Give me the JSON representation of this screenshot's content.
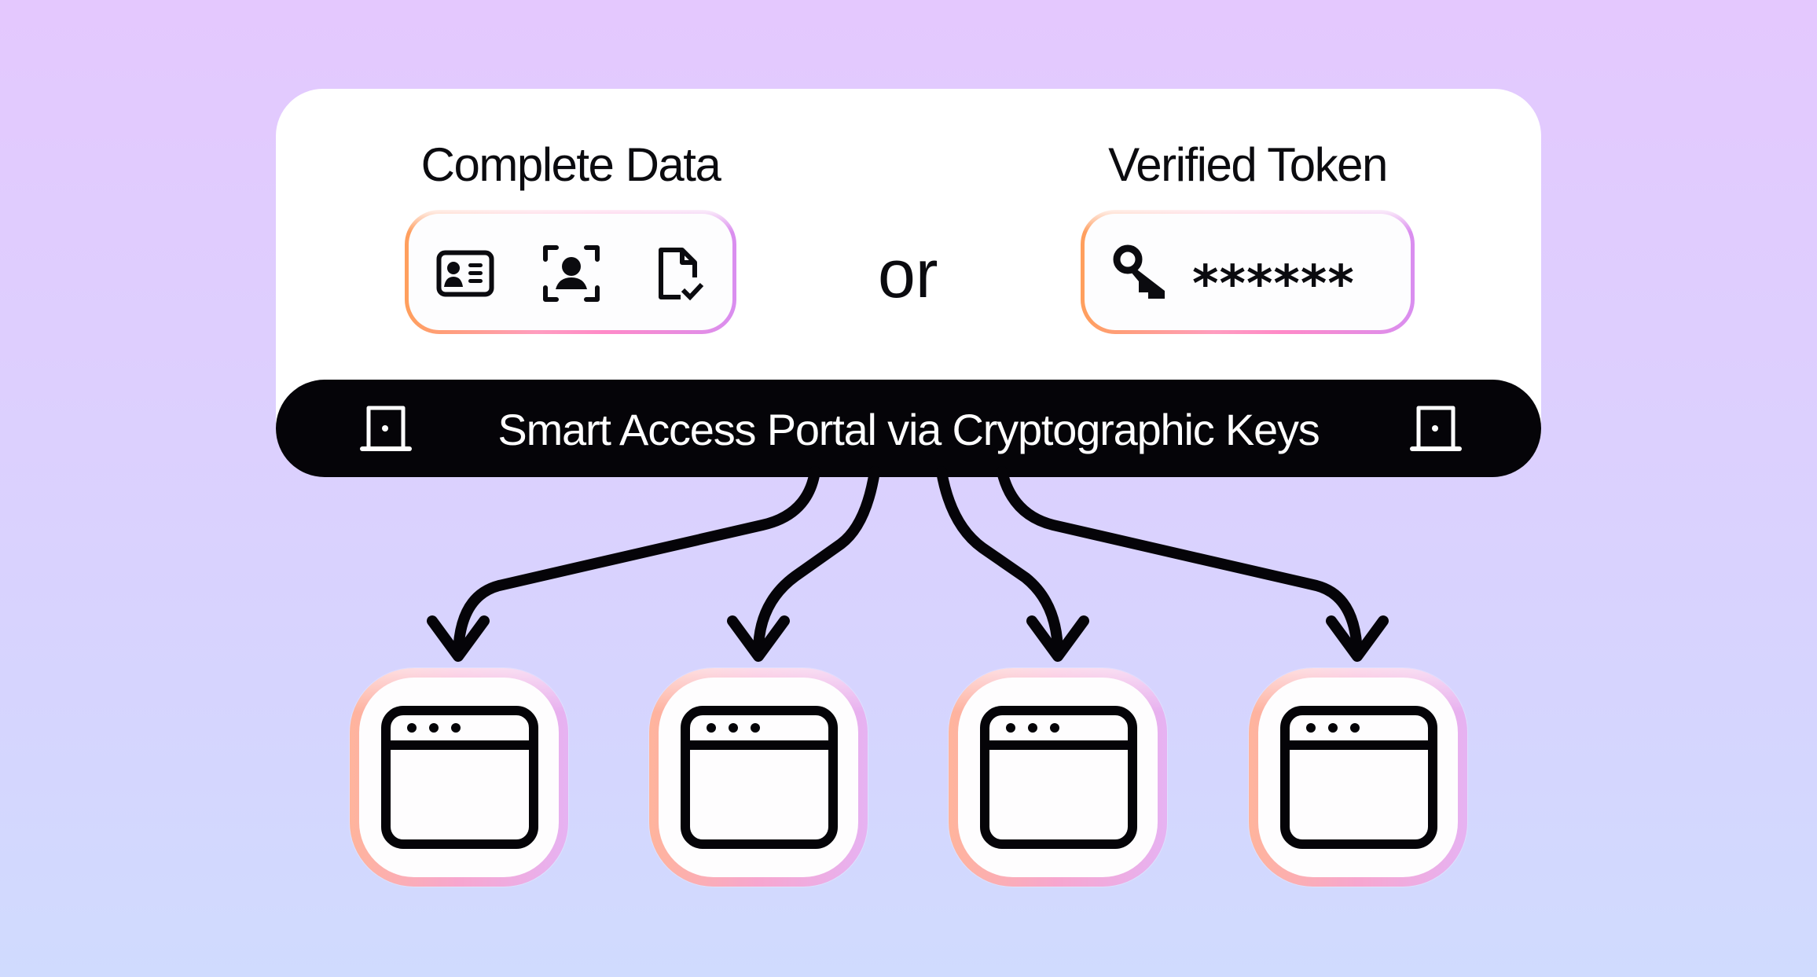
{
  "diagram": {
    "colors": {
      "background_top": "#e4c8fe",
      "background_bottom": "#d0dbfe",
      "panel": "#ffffff",
      "portal_bar": "#050408",
      "border_gradient": [
        "#ff9f5c",
        "#ff8ac8",
        "#d98ef0"
      ],
      "ink": "#0b0b0f"
    },
    "options": [
      {
        "title": "Complete Data",
        "icons": [
          "id-card-icon",
          "face-scan-icon",
          "document-check-icon"
        ]
      },
      {
        "title": "Verified Token",
        "icon": "key-icon",
        "masked_value": "******"
      }
    ],
    "separator": "or",
    "portal": {
      "label": "Smart Access Portal via Cryptographic Keys",
      "left_icon": "door-icon",
      "right_icon": "door-icon"
    },
    "targets": [
      {
        "icon": "browser-window-icon"
      },
      {
        "icon": "browser-window-icon"
      },
      {
        "icon": "browser-window-icon"
      },
      {
        "icon": "browser-window-icon"
      }
    ],
    "connections": "portal branches into 4 arrows, one to each browser window"
  }
}
